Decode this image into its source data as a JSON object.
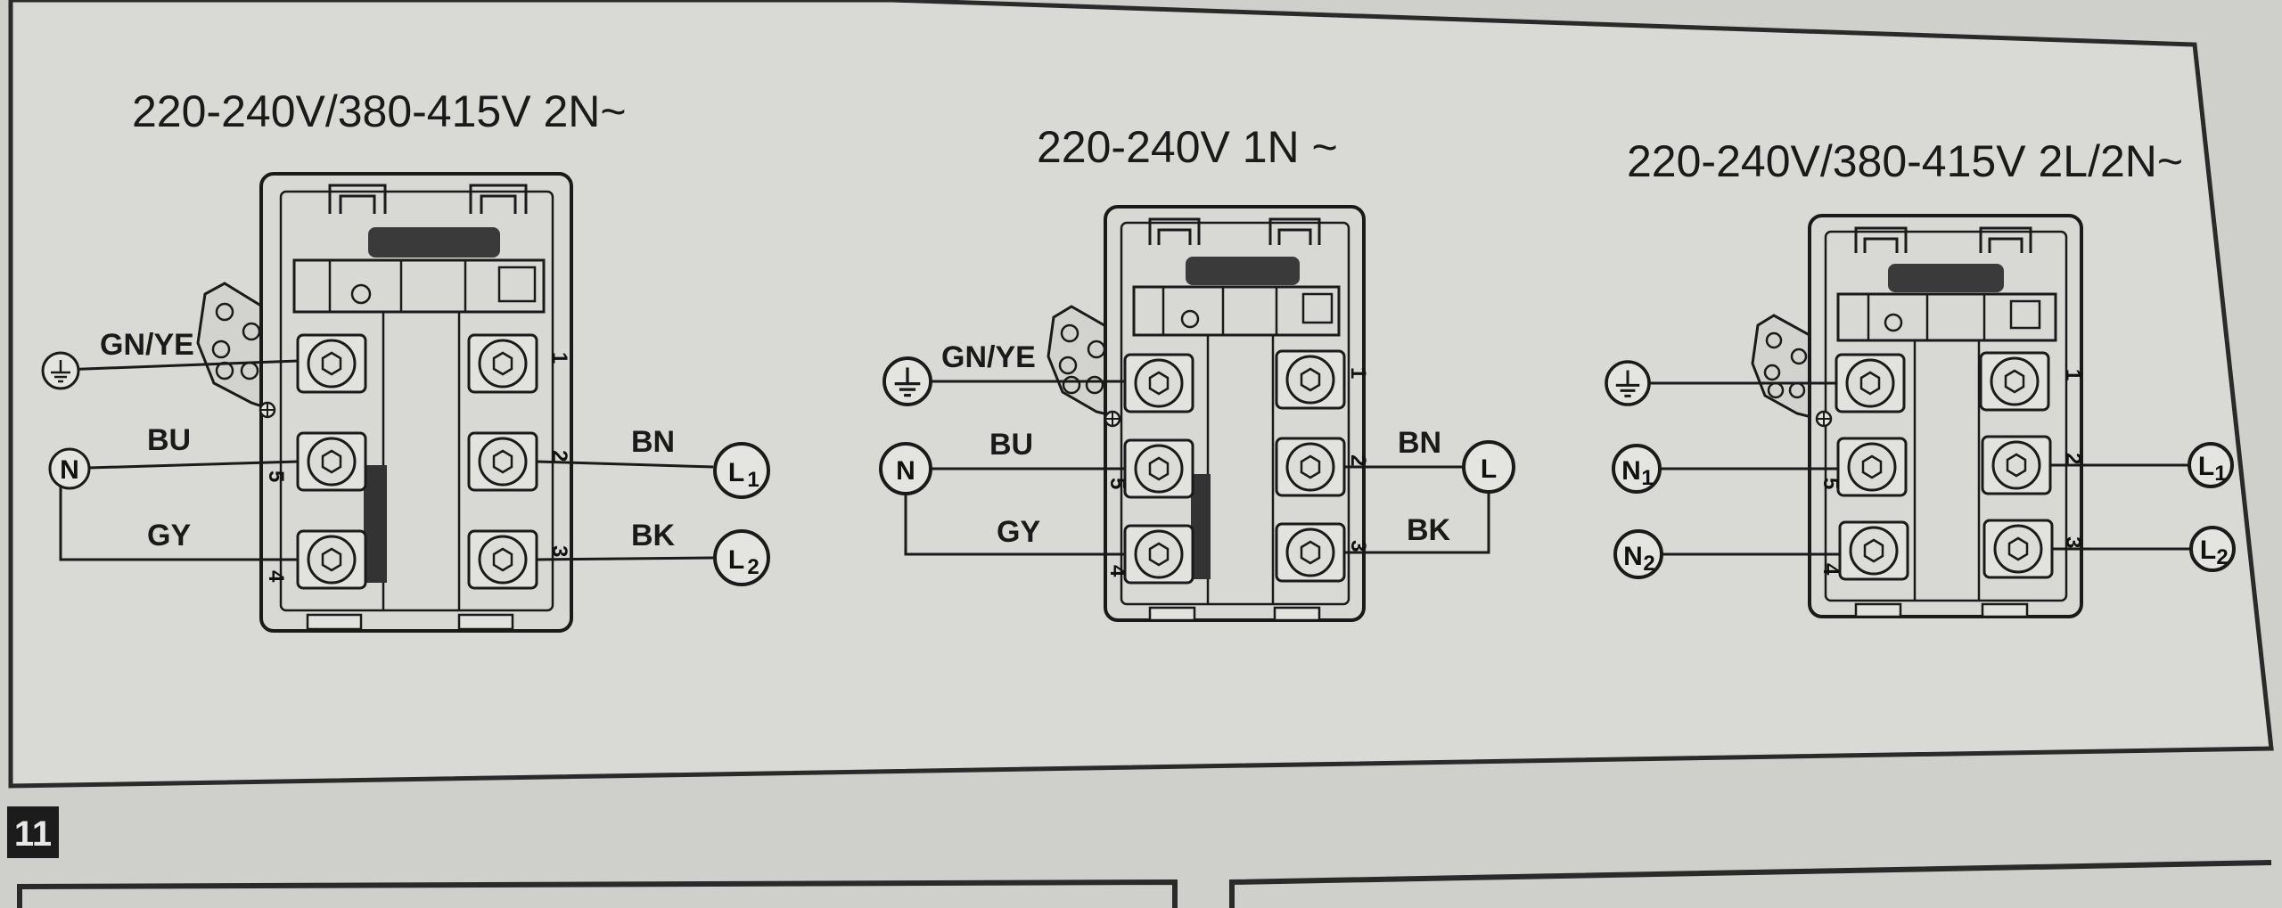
{
  "figure_number": "11",
  "colors": {
    "paper": "#d6d6d3",
    "ink": "#1a1a1a",
    "block_dark": "#3a3a3a"
  },
  "diagrams": [
    {
      "title": "220-240V/380-415V 2N~",
      "labels": {
        "earth_wire": "GN/YE",
        "wire_5": "BU",
        "wire_4": "GY",
        "wire_2": "BN",
        "wire_3": "BK"
      },
      "terminals": {
        "N": "N",
        "L1_main": "L",
        "L1_sub": "1",
        "L2_main": "L",
        "L2_sub": "2"
      },
      "numbers": [
        "1",
        "2",
        "3",
        "4",
        "5"
      ]
    },
    {
      "title": "220-240V 1N ~",
      "labels": {
        "earth_wire": "GN/YE",
        "wire_5": "BU",
        "wire_4": "GY",
        "wire_2": "BN",
        "wire_3": "BK"
      },
      "terminals": {
        "N": "N",
        "L": "L"
      },
      "numbers": [
        "1",
        "2",
        "3",
        "4",
        "5"
      ]
    },
    {
      "title": "220-240V/380-415V 2L/2N~",
      "terminals": {
        "N1_main": "N",
        "N1_sub": "1",
        "N2_main": "N",
        "N2_sub": "2",
        "L1_main": "L",
        "L1_sub": "1",
        "L2_main": "L",
        "L2_sub": "2"
      },
      "numbers": [
        "1",
        "2",
        "3",
        "4",
        "5"
      ]
    }
  ]
}
